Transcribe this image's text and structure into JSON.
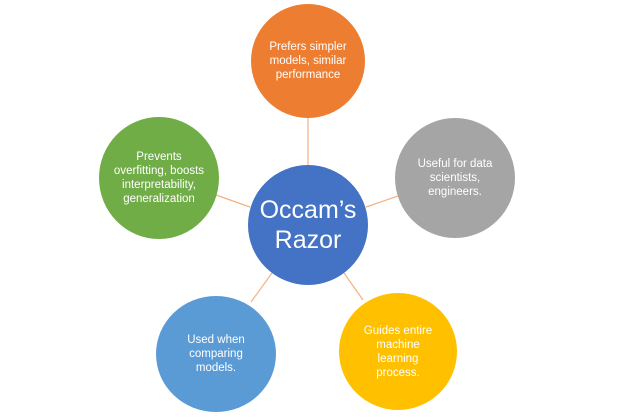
{
  "diagram": {
    "type": "radial-hub",
    "connector_color": "#F4B183",
    "center": {
      "label": "Occam’s Razor",
      "line1": "Occam’s",
      "line2": "Razor",
      "color": "#4472C4"
    },
    "nodes": [
      {
        "id": "top",
        "label": "Prefers simpler models, similar performance",
        "color": "#ED7D31"
      },
      {
        "id": "right",
        "label": "Useful for data scientists, engineers.",
        "color": "#A5A5A5"
      },
      {
        "id": "bottom-right",
        "label": "Guides entire machine learning process.",
        "color": "#FFC000"
      },
      {
        "id": "bottom-left",
        "label": "Used when comparing models.",
        "color": "#5B9BD5"
      },
      {
        "id": "left",
        "label": "Prevents overfitting, boosts interpretability, generalization",
        "color": "#70AD47"
      }
    ]
  }
}
